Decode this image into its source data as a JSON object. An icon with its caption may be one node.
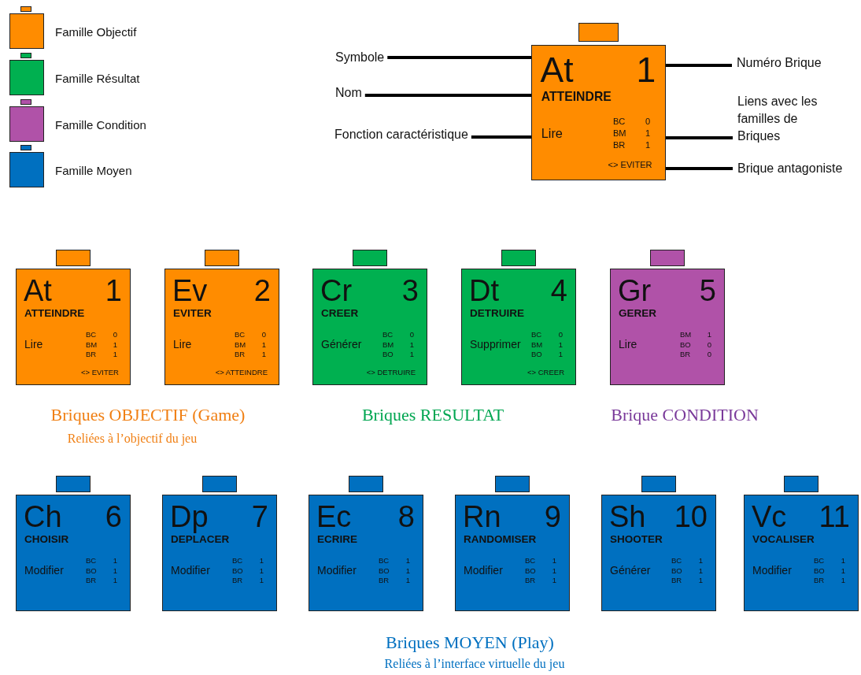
{
  "diagram": {
    "nodes": [
      {
        "text": [
          "At",
          "1",
          "ATTEINDRE",
          "Lire",
          "BC",
          "0",
          "BM",
          "1",
          "BR",
          "1",
          "<> EVITER"
        ]
      },
      {
        "text": [
          "Symbole"
        ]
      },
      {
        "text": [
          "Nom"
        ]
      },
      {
        "text": [
          "Fonction caractéristique"
        ]
      },
      {
        "text": [
          "Numéro Brique"
        ]
      },
      {
        "text": [
          "Liens avec les familles de Briques"
        ]
      },
      {
        "text": [
          "Brique antagoniste"
        ]
      },
      {
        "text": [
          "At",
          "1",
          "ATTEINDRE",
          "Lire",
          "BC",
          "0",
          "BM",
          "1",
          "BR",
          "1",
          "<> EVITER"
        ]
      },
      {
        "text": [
          "Ev",
          "2",
          "EVITER",
          "Lire",
          "BC",
          "0",
          "BM",
          "1",
          "BR",
          "1",
          "<> ATTEINDRE"
        ]
      },
      {
        "text": [
          "Cr",
          "3",
          "CREER",
          "Générer",
          "BC",
          "0",
          "BM",
          "1",
          "BO",
          "1",
          "<> DETRUIRE"
        ]
      },
      {
        "text": [
          "Dt",
          "4",
          "DETRUIRE",
          "Supprimer",
          "BC",
          "0",
          "BM",
          "1",
          "BO",
          "1",
          "<> CREER"
        ]
      },
      {
        "text": [
          "Gr",
          "5",
          "GERER",
          "Lire",
          "BM",
          "1",
          "BO",
          "0",
          "BR",
          "0"
        ]
      },
      {
        "text": [
          "Ch",
          "6",
          "CHOISIR",
          "Modifier",
          "BC",
          "1",
          "BO",
          "1",
          "BR",
          "1"
        ]
      },
      {
        "text": [
          "Dp",
          "7",
          "DEPLACER",
          "Modifier",
          "BC",
          "1",
          "BO",
          "1",
          "BR",
          "1"
        ]
      },
      {
        "text": [
          "Ec",
          "8",
          "ECRIRE",
          "Modifier",
          "BC",
          "1",
          "BO",
          "1",
          "BR",
          "1"
        ]
      },
      {
        "text": [
          "Rn",
          "9",
          "RANDOMISER",
          "Modifier",
          "BC",
          "1",
          "BO",
          "1",
          "BR",
          "1"
        ]
      },
      {
        "text": [
          "Sh",
          "10",
          "SHOOTER",
          "Générer",
          "BC",
          "1",
          "BO",
          "1",
          "BR",
          "1"
        ]
      },
      {
        "text": [
          "Vc",
          "11",
          "VOCALISER",
          "Modifier",
          "BC",
          "1",
          "BO",
          "1",
          "BR",
          "1"
        ]
      }
    ],
    "edges": [
      {
        "from": 1,
        "to": 0,
        "arrow": "none"
      },
      {
        "from": 2,
        "to": 0,
        "arrow": "none"
      },
      {
        "from": 3,
        "to": 0,
        "arrow": "none"
      },
      {
        "from": 4,
        "to": 0,
        "arrow": "none"
      },
      {
        "from": 5,
        "to": 0,
        "arrow": "none"
      },
      {
        "from": 6,
        "to": 0,
        "arrow": "none"
      }
    ],
    "labels": [
      "Briques OBJECTIF (Game)",
      "Reliées à l’objectif du jeu",
      "Briques RESULTAT",
      "Brique CONDITION",
      "Briques MOYEN (Play)",
      "Reliées à l’interface virtuelle du jeu"
    ],
    "legend": [
      {
        "text": "Famille Objectif",
        "color": "#ff8c00"
      },
      {
        "text": "Famille Résultat",
        "color": "#00b050"
      },
      {
        "text": "Famille Condition",
        "color": "#b052a8"
      },
      {
        "text": "Famille Moyen",
        "color": "#0070c0"
      }
    ]
  }
}
